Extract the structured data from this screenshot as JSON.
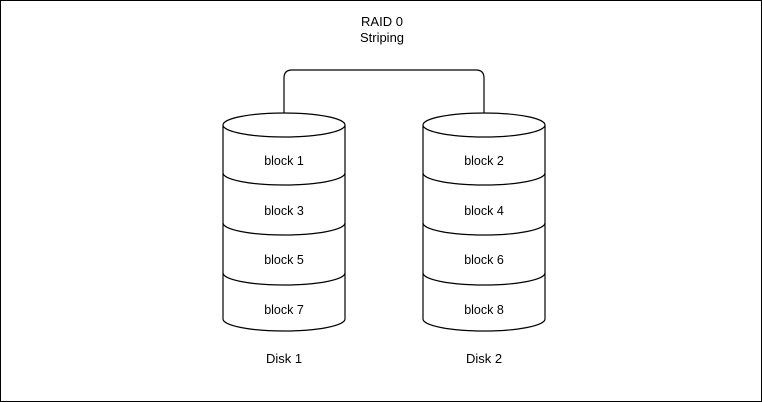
{
  "title": {
    "line1": "RAID 0",
    "line2": "Striping"
  },
  "disks": [
    {
      "label": "Disk 1",
      "blocks": [
        "block 1",
        "block 3",
        "block 5",
        "block 7"
      ]
    },
    {
      "label": "Disk 2",
      "blocks": [
        "block 2",
        "block 4",
        "block 6",
        "block 8"
      ]
    }
  ],
  "colors": {
    "stroke": "#000000",
    "background": "#ffffff"
  }
}
